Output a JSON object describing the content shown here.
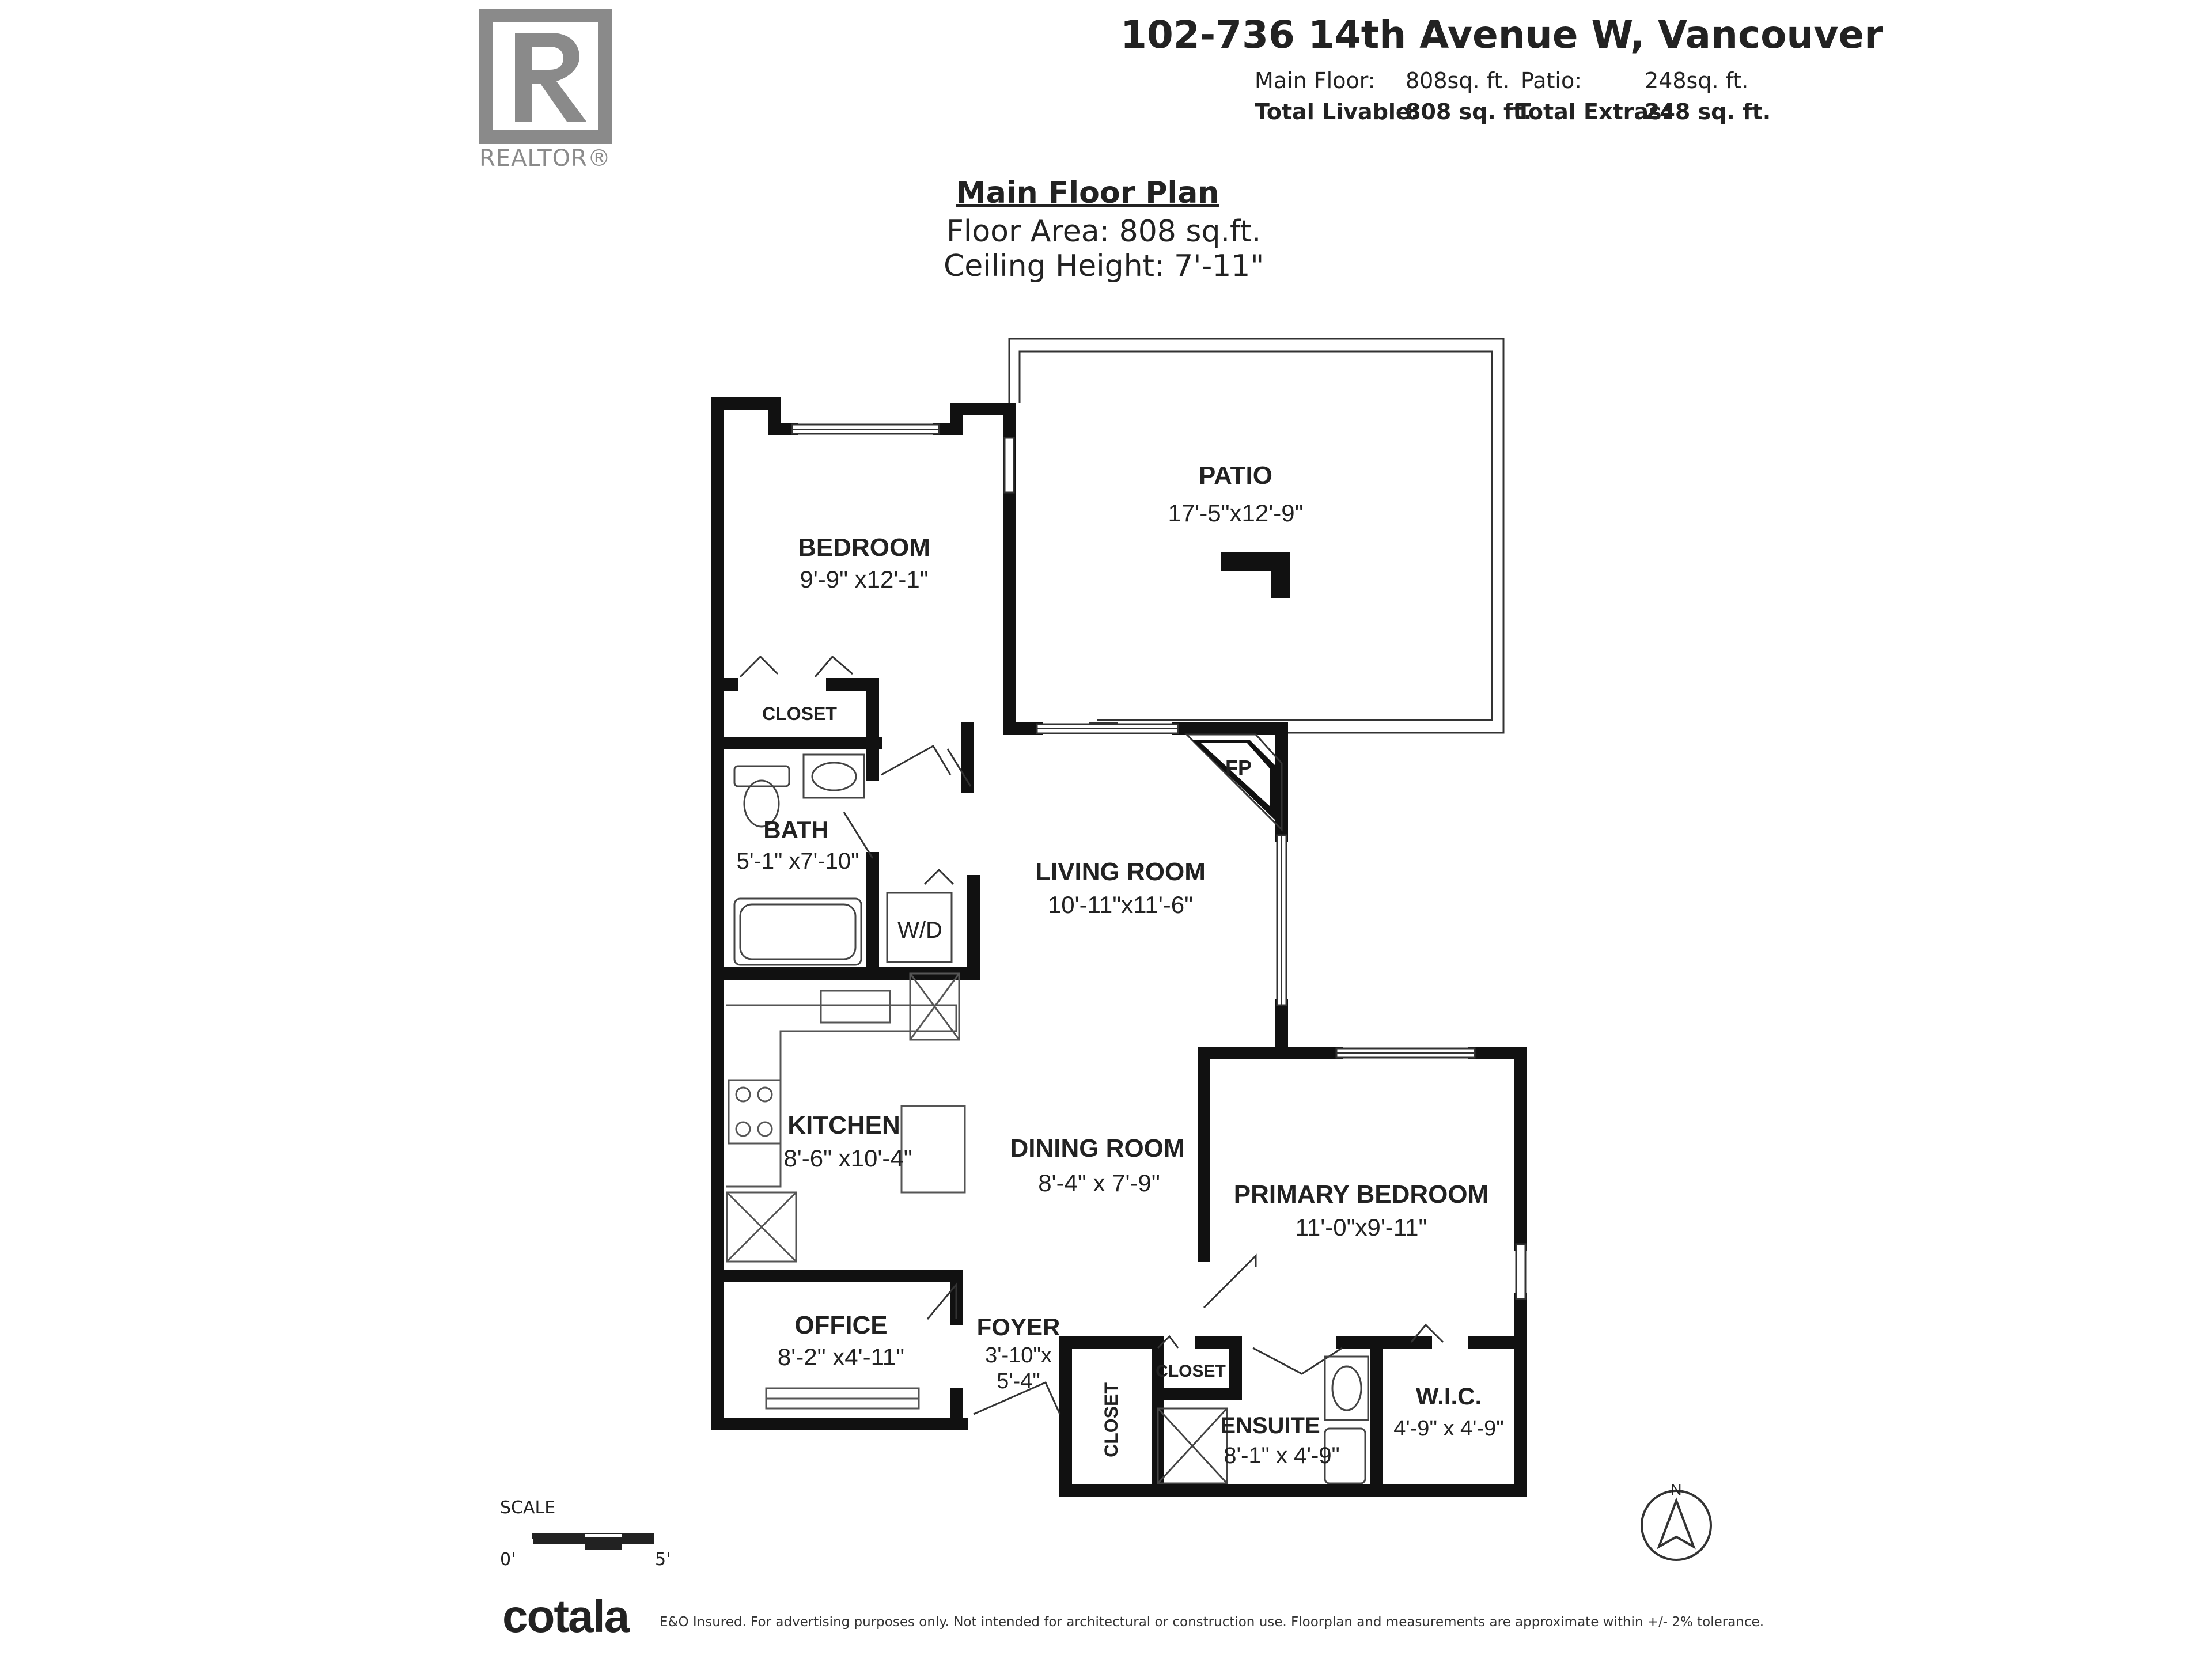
{
  "header": {
    "address": "102-736 14th Avenue W, Vancouver",
    "main_floor_label": "Main Floor:",
    "main_floor_value": "808sq. ft.",
    "patio_label": "Patio:",
    "patio_value": "248sq. ft.",
    "total_livable_label": "Total Livable:",
    "total_livable_value": "808 sq. ft.",
    "total_extras_label": "Total Extras:",
    "total_extras_value": "248 sq. ft."
  },
  "logo": {
    "icon": "realtor-logo",
    "text": "REALTOR®"
  },
  "plan": {
    "title": "Main Floor Plan",
    "floor_area": "Floor Area: 808 sq.ft.",
    "ceiling_height": "Ceiling Height: 7'-11\""
  },
  "rooms": {
    "patio": {
      "name": "PATIO",
      "dims": "17'-5\"x12'-9\""
    },
    "bedroom": {
      "name": "BEDROOM",
      "dims": "9'-9\" x12'-1\""
    },
    "bedroom_closet": {
      "name": "CLOSET"
    },
    "bath": {
      "name": "BATH",
      "dims": "5'-1\" x7'-10\""
    },
    "fireplace": {
      "name": "FP"
    },
    "living": {
      "name": "LIVING ROOM",
      "dims": "10'-11\"x11'-6\""
    },
    "wd": {
      "name": "W/D"
    },
    "kitchen": {
      "name": "KITCHEN",
      "dims": "8'-6\" x10'-4\""
    },
    "dining": {
      "name": "DINING ROOM",
      "dims": "8'-4\" x 7'-9\""
    },
    "primary": {
      "name": "PRIMARY BEDROOM",
      "dims": "11'-0\"x9'-11\""
    },
    "office": {
      "name": "OFFICE",
      "dims": "8'-2\" x4'-11\""
    },
    "foyer": {
      "name": "FOYER",
      "dims_1": "3'-10\"x",
      "dims_2": "5'-4\""
    },
    "foyer_closet": {
      "name": "CLOSET"
    },
    "ensuite_closet": {
      "name": "CLOSET"
    },
    "ensuite": {
      "name": "ENSUITE",
      "dims": "8'-1\" x 4'-9\""
    },
    "wic": {
      "name": "W.I.C.",
      "dims": "4'-9\" x 4'-9\""
    }
  },
  "scale": {
    "label": "SCALE",
    "start": "0'",
    "end": "5'"
  },
  "compass": {
    "icon": "north-arrow-icon",
    "label": "N"
  },
  "footer": {
    "brand": "cotala",
    "disclaimer": "E&O Insured. For advertising purposes only. Not intended for architectural or construction use. Floorplan and measurements are approximate within +/- 2% tolerance."
  },
  "colors": {
    "wall": "#111111",
    "text": "#222222",
    "logo_gray": "#8a8a8a",
    "fixture": "#555555"
  }
}
